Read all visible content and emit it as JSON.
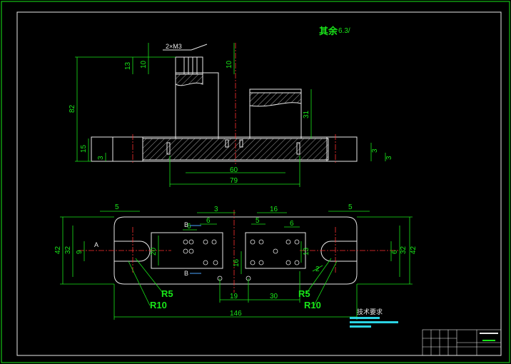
{
  "drawing": {
    "note_top": "其余",
    "roughness": "6.3/",
    "top_view_dims": {
      "d13": "13",
      "d10a": "10",
      "d10b": "10",
      "d82": "82",
      "d15": "15",
      "d3a": "3",
      "d31": "31",
      "d60": "60",
      "d79": "79",
      "d3b": "3",
      "d3c": "3"
    },
    "plan_view_dims": {
      "d5a": "5",
      "d3": "3",
      "d16": "16",
      "d5b": "5",
      "d6a": "6",
      "d6b": "6",
      "d5c": "5",
      "d6c": "6",
      "d42a": "42",
      "d32a": "32",
      "d9": "9",
      "d20": "20",
      "d16b": "16",
      "d13b": "13",
      "d2": "2",
      "d6d": "6",
      "d32b": "32",
      "d42b": "42",
      "d19": "19",
      "d30": "30",
      "d146": "146"
    },
    "labels": {
      "r5a": "R5",
      "r10a": "R10",
      "r5b": "R5",
      "r10b": "R10",
      "b1": "B",
      "b2": "B",
      "a": "A"
    },
    "tech_note": "技术要求"
  },
  "colors": {
    "background": "#000000",
    "outline": "#e8e8e8",
    "dimension": "#19e619",
    "centerline": "#ff3030",
    "accent": "#2bd3e3"
  }
}
